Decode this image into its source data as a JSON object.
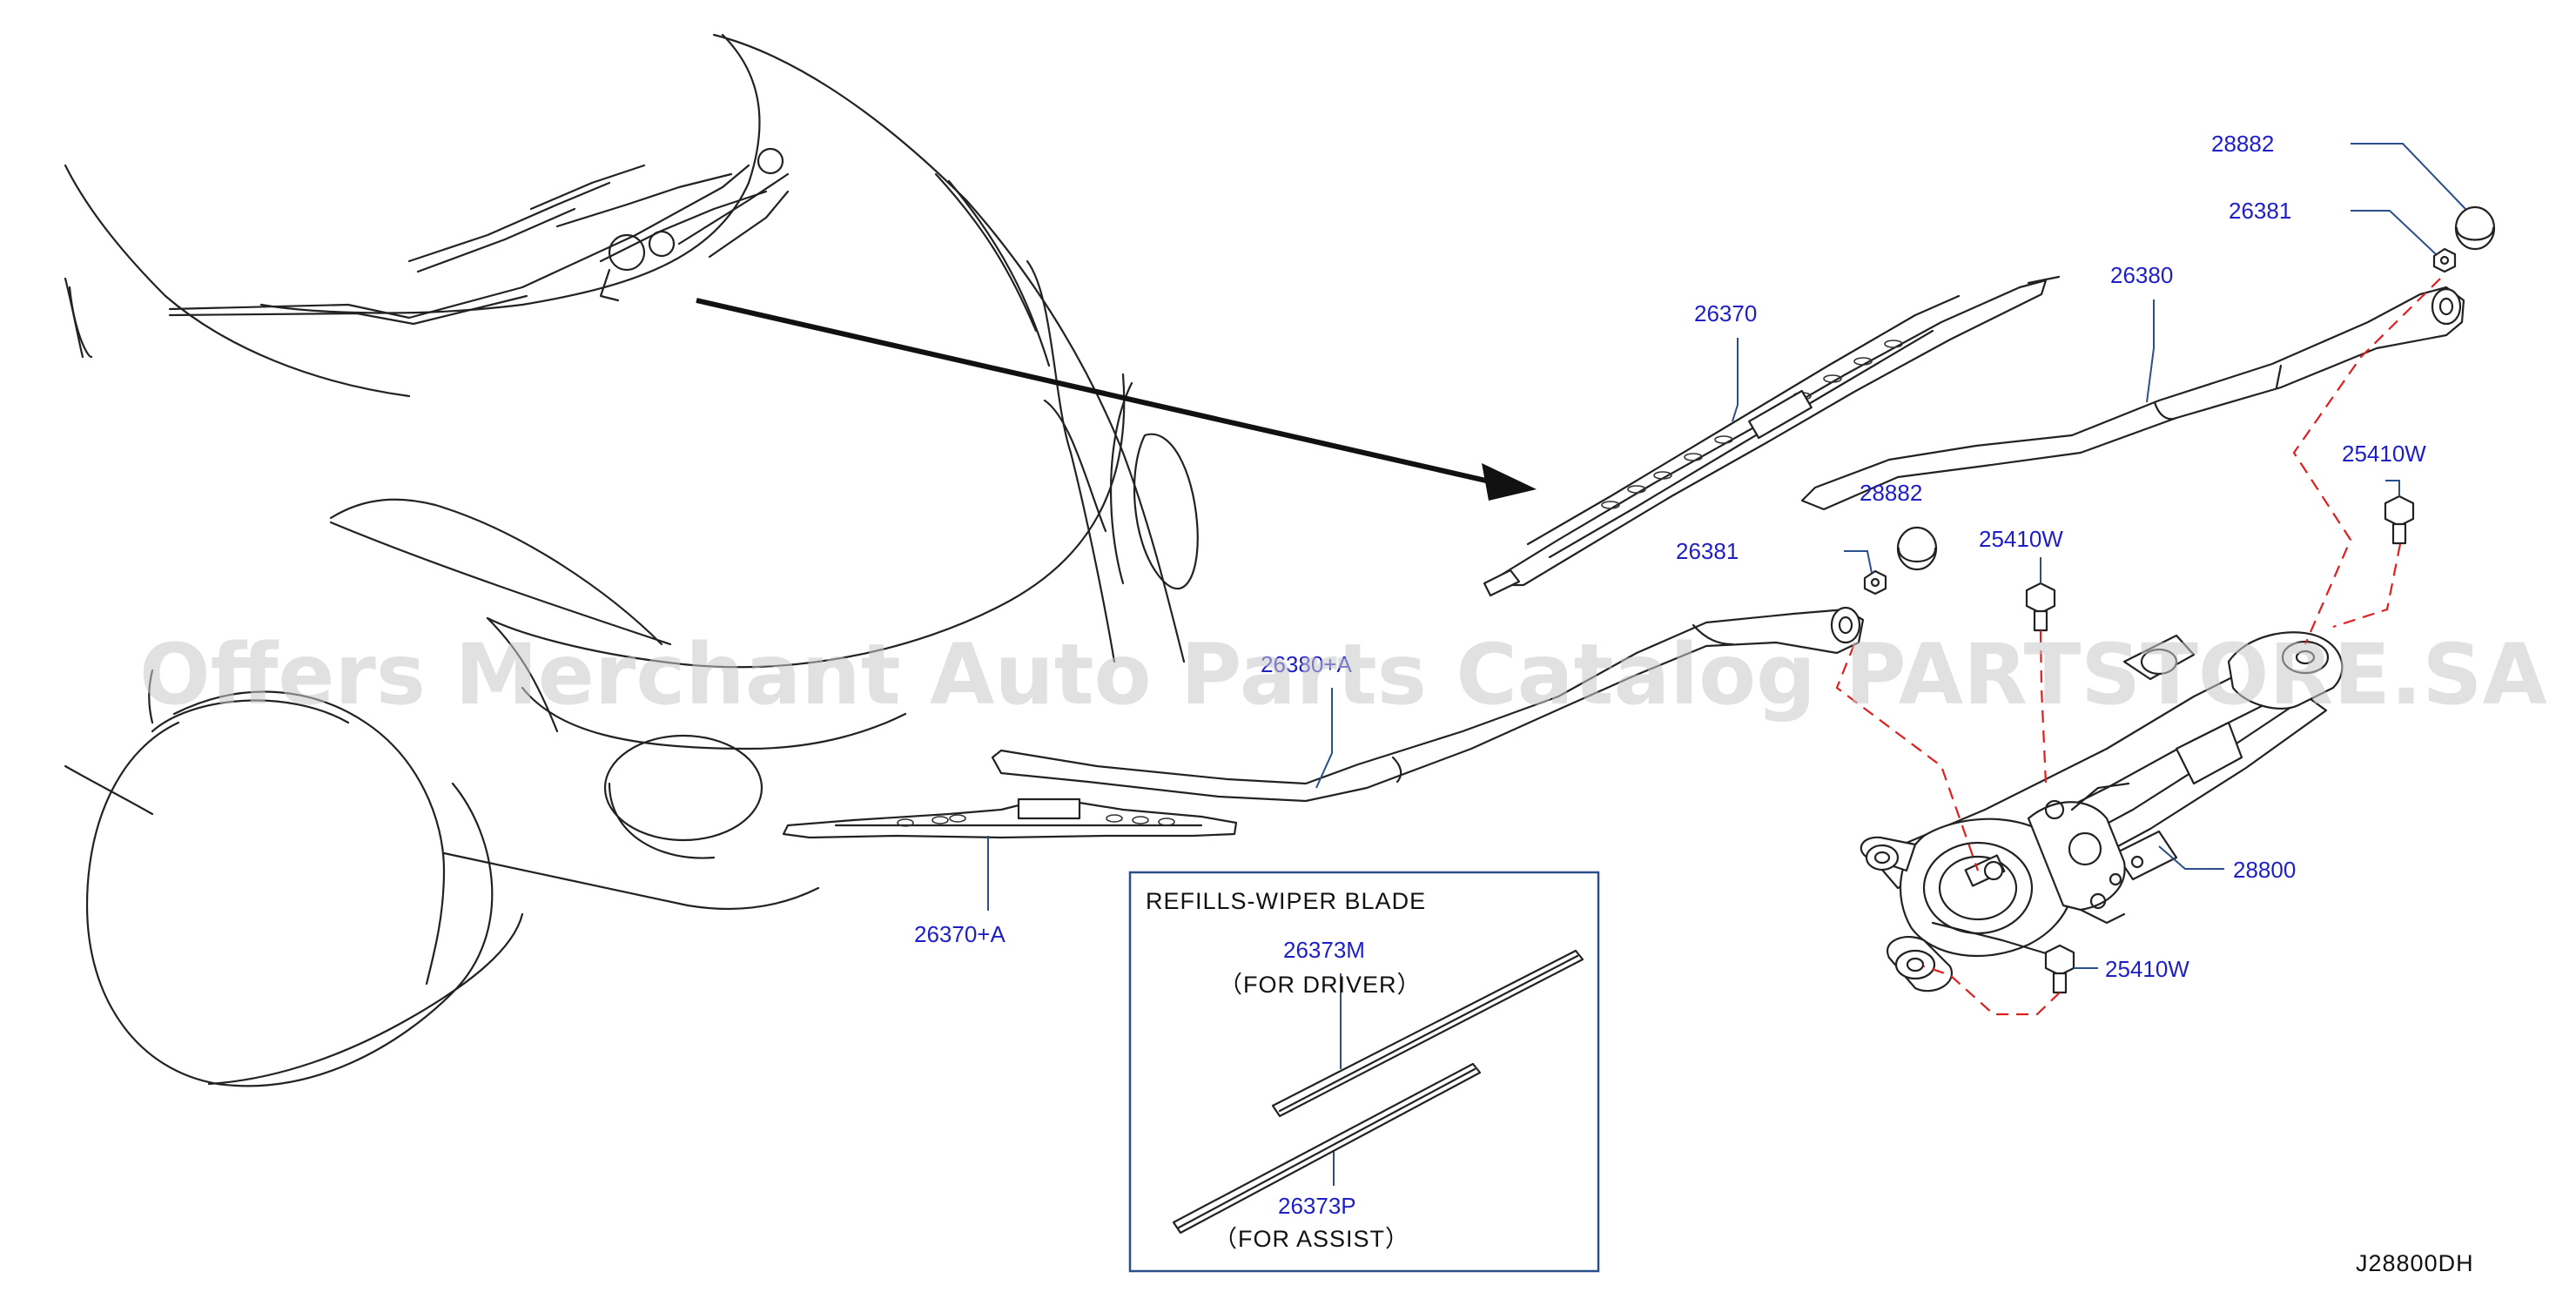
{
  "watermark": "Offers Merchant Auto Parts Catalog PARTSTORE.SA",
  "diagram_code": "J28800DH",
  "refill_box": {
    "title": "REFILLS-WIPER  BLADE",
    "driver_part": "26373M",
    "driver_note": "（FOR  DRIVER）",
    "assist_part": "26373P",
    "assist_note": "（FOR  ASSIST）"
  },
  "callouts": {
    "cap_upper": "28882",
    "nut_upper": "26381",
    "arm_upper": "26380",
    "blade_upper": "26370",
    "cap_lower": "28882",
    "nut_lower": "26381",
    "bolt_right": "25410W",
    "bolt_mid": "25410W",
    "bolt_bottom": "25410W",
    "arm_lower": "26380+A",
    "blade_lower": "26370+A",
    "linkage": "28800"
  },
  "colors": {
    "callout_text": "#1e1ec8",
    "leader_line": "#2a4f8a",
    "dashed_link": "#e01e1e",
    "line_art": "#222222"
  }
}
